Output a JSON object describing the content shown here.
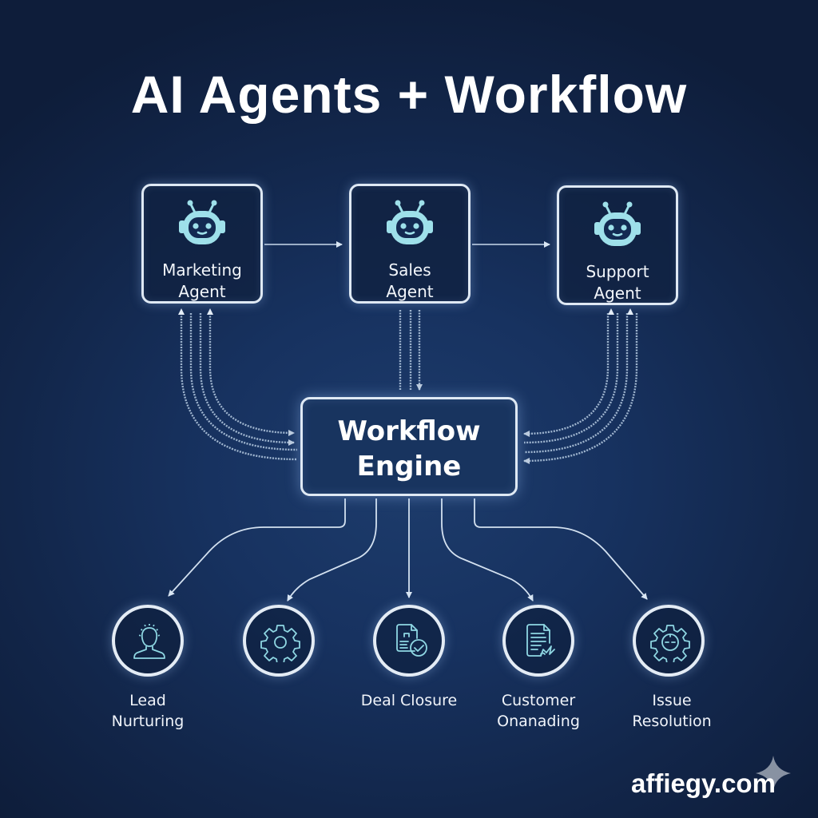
{
  "title": "AI Agents + Workflow",
  "agents": [
    {
      "id": "marketing",
      "line1": "Marketing",
      "line2": "Agent",
      "icon": "robot-icon"
    },
    {
      "id": "sales",
      "line1": "Sales",
      "line2": "Agent",
      "icon": "robot-icon"
    },
    {
      "id": "support",
      "line1": "Support",
      "line2": "Agent",
      "icon": "robot-icon"
    }
  ],
  "engine": {
    "line1": "Workflow",
    "line2": "Engine"
  },
  "outcomes": [
    {
      "id": "lead-nurturing",
      "line1": "Lead",
      "line2": "Nurturing",
      "icon": "person-icon"
    },
    {
      "id": "process",
      "line1": "",
      "line2": "",
      "icon": "gear-icon"
    },
    {
      "id": "deal-closure",
      "line1": "Deal Closure",
      "line2": "",
      "icon": "document-check-icon"
    },
    {
      "id": "customer-onboarding",
      "line1": "Customer",
      "line2": "Onanading",
      "icon": "document-signature-icon"
    },
    {
      "id": "issue-resolution",
      "line1": "Issue",
      "line2": "Resolution",
      "icon": "gear-wrench-icon"
    }
  ],
  "watermark": "affiegy.com",
  "colors": {
    "background": "#132a52",
    "outline": "#dfe9f4",
    "icon_accent": "#9ee0ea",
    "text": "#ffffff"
  }
}
